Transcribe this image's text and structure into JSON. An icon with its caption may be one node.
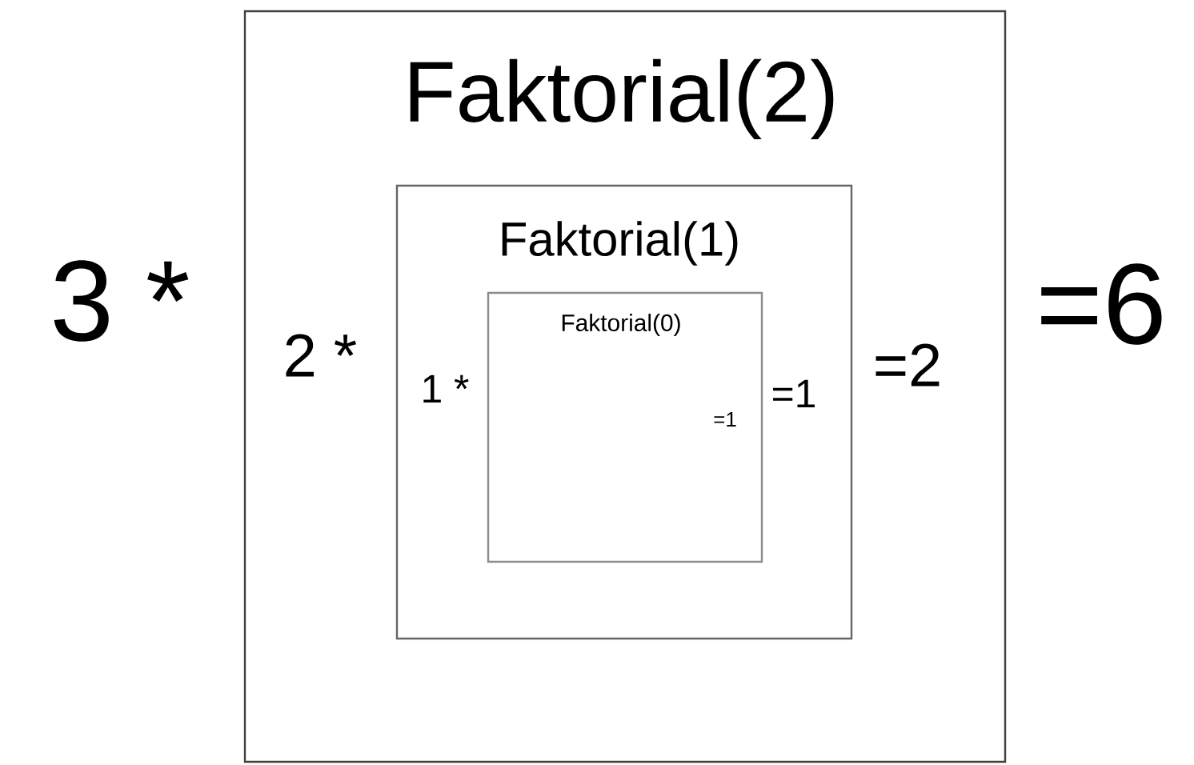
{
  "diagram": {
    "nodes": [
      {
        "text": [
          "Faktorial(2)",
          "2 *",
          "=2"
        ]
      },
      {
        "text": [
          "Faktorial(1)",
          "1 *",
          "=1"
        ],
        "in": 0
      },
      {
        "text": [
          "Faktorial(0)",
          "=1"
        ],
        "in": 1
      }
    ],
    "labels": [
      "3 *",
      "=6"
    ]
  }
}
